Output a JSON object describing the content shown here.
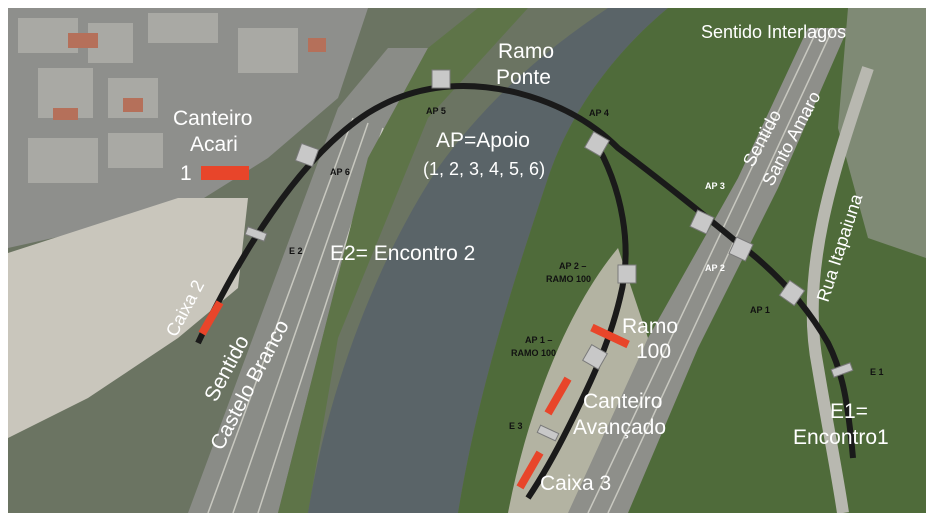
{
  "labels": {
    "ramo_ponte": [
      "Ramo",
      "Ponte"
    ],
    "sentido_interlagos": "Sentido Interlagos",
    "sentido_santo_amaro": [
      "Sentido",
      "Santo Amaro"
    ],
    "rua_itapaiuna": "Rua Itapaiuna",
    "canteiro_acari": [
      "Canteiro",
      "Acari"
    ],
    "num_1": "1",
    "ap_legend": "AP=Apoio",
    "ap_numbers": "(1, 2, 3, 4, 5, 6)",
    "e2_legend": "E2= Encontro 2",
    "caixa_2": "Caixa 2",
    "sentido_castelo_branco": [
      "Sentido",
      "Castelo Branco"
    ],
    "ramo_100": [
      "Ramo",
      "100"
    ],
    "canteiro_avancado": [
      "Canteiro",
      "Avançado"
    ],
    "caixa_3": "Caixa 3",
    "e1_encontro": [
      "E1=",
      "Encontro1"
    ]
  },
  "markers": {
    "ap5": "AP 5",
    "ap4": "AP 4",
    "ap6": "AP 6",
    "ap3": "AP 3",
    "ap2": "AP 2",
    "ap1": "AP 1",
    "e2": "E 2",
    "e1": "E 1",
    "e3": "E 3",
    "ap2_ramo100": [
      "AP 2 –",
      "RAMO 100"
    ],
    "ap1_ramo100": [
      "AP 1 –",
      "RAMO 100"
    ]
  },
  "colors": {
    "river": "#5a6468",
    "vegetation": "#4f6b3a",
    "urban": "#8e8f8c",
    "road": "#b8b8b0",
    "alignment": "#1a1a1a",
    "pier": "#c8c8c8",
    "site_marker": "#e8452a",
    "label": "#ffffff"
  }
}
